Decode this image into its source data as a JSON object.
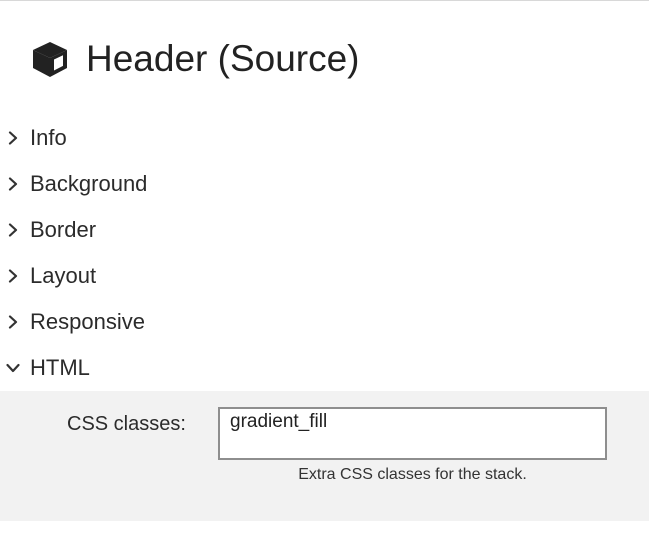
{
  "header": {
    "title": "Header (Source)",
    "icon": "cube-icon"
  },
  "sections": [
    {
      "label": "Info",
      "expanded": false
    },
    {
      "label": "Background",
      "expanded": false
    },
    {
      "label": "Border",
      "expanded": false
    },
    {
      "label": "Layout",
      "expanded": false
    },
    {
      "label": "Responsive",
      "expanded": false
    },
    {
      "label": "HTML",
      "expanded": true
    }
  ],
  "html_section": {
    "css_classes_label": "CSS classes:",
    "css_classes_value": "gradient_fill",
    "css_classes_hint": "Extra CSS classes for the stack."
  },
  "colors": {
    "panel_background": "#f2f2f2",
    "input_border": "#8e8e8e",
    "text": "#2b2b2b"
  }
}
